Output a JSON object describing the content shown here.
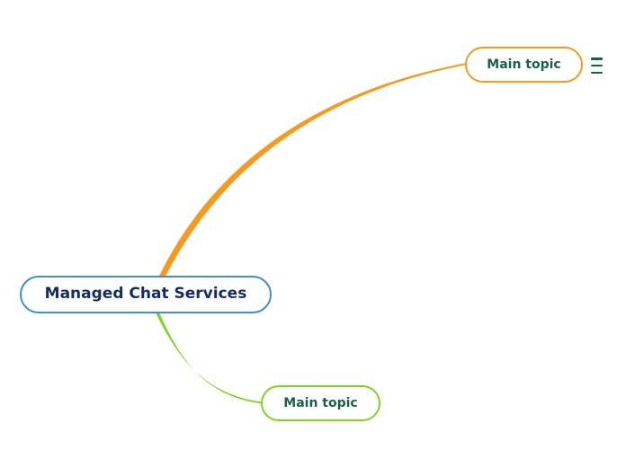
{
  "canvas": {
    "background": "#ffffff"
  },
  "root_topic": {
    "label": "Managed Chat Services",
    "border_color": "#3e8ed0",
    "text_color": "#142c5e",
    "fill": "#ffffff"
  },
  "main_topics": [
    {
      "label": "Main topic",
      "position": "top-right",
      "border_color": "#f7991d",
      "text_color": "#1b5e4a",
      "branch_color": "#f7991d",
      "fill": "#ffffff"
    },
    {
      "label": "Main topic",
      "position": "bottom",
      "border_color": "#7ed41f",
      "text_color": "#1b5e4a",
      "branch_color": "#7ed41f",
      "fill": "#ffffff"
    }
  ],
  "menu": {
    "icon": "hamburger-menu-icon",
    "color": "#1b5e4a"
  }
}
